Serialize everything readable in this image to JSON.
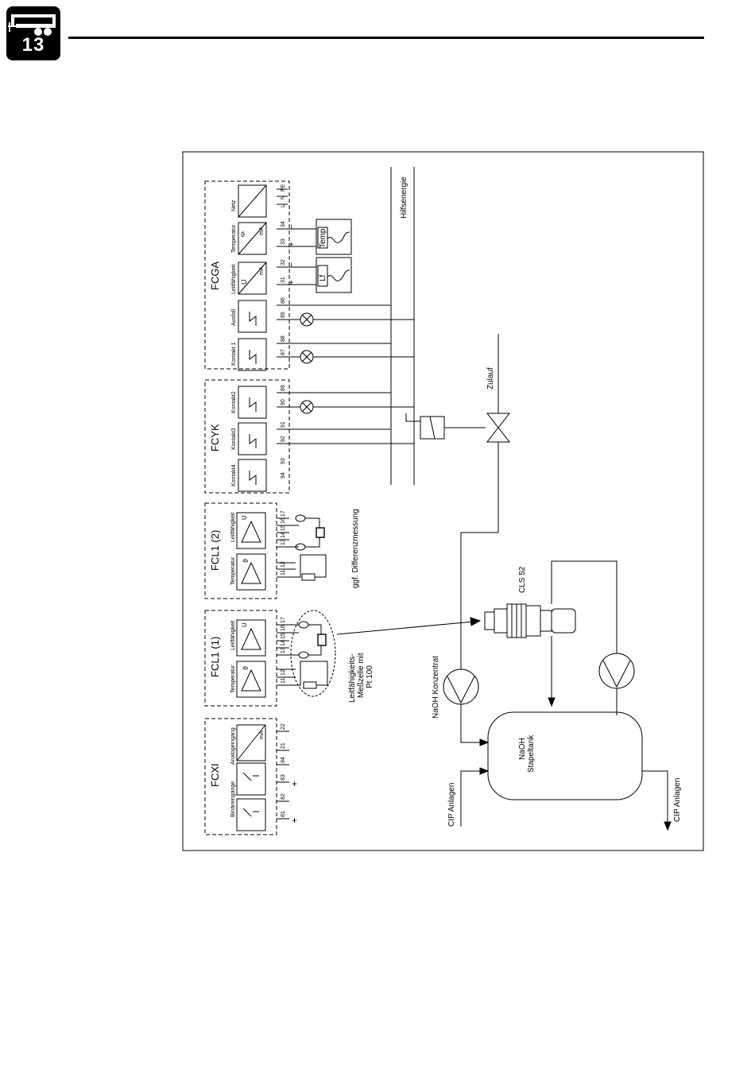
{
  "header": {
    "chapter_number": "13",
    "badge_icon": "trailer-icon"
  },
  "modules": {
    "fcga": {
      "title": "FCGA",
      "channels": [
        "Netz",
        "Temperatur",
        "Leitfähigkeit",
        "Ausfall",
        "Kontakt 1"
      ],
      "terminals": [
        "PE",
        "N",
        "L",
        "34",
        "33",
        "32",
        "31",
        "86",
        "85",
        "88",
        "87"
      ],
      "signs": [
        "+",
        "−",
        "+",
        "−"
      ],
      "units": [
        "mA",
        "mA"
      ],
      "symbols": [
        "ϑ",
        "U"
      ]
    },
    "fcyk": {
      "title": "FCYK",
      "channels": [
        "Kontakt2",
        "Kontakt3",
        "Kontakt4"
      ],
      "terminals": [
        "89",
        "90",
        "91",
        "92",
        "93",
        "94"
      ]
    },
    "fcl1_2": {
      "title": "FCL1 (2)",
      "channels": [
        "Leitfähigkeit",
        "Temperatur"
      ],
      "terminals": [
        "17",
        "16",
        "15",
        "14",
        "13",
        "12",
        "11"
      ],
      "symbols": [
        "U",
        "ϑ"
      ]
    },
    "fcl1_1": {
      "title": "FCL1 (1)",
      "channels": [
        "Leitfähigkeit",
        "Temperatur"
      ],
      "terminals": [
        "17",
        "16",
        "15",
        "14",
        "13",
        "12",
        "11"
      ],
      "symbols": [
        "U",
        "ϑ"
      ]
    },
    "fcxi": {
      "title": "FCXI",
      "channels": [
        "Analogeingang",
        "Binäreingänge"
      ],
      "terminals": [
        "22",
        "21",
        "84",
        "83",
        "82",
        "81"
      ],
      "signs": [
        "+",
        "+"
      ],
      "units": [
        "mA"
      ]
    }
  },
  "labels": {
    "hilfsenergie": "Hilfsenergie",
    "temp_sensor": "Temp.",
    "lf_sensor": "Lf",
    "zulauf": "Zulauf",
    "differenzmessung": "ggf. Differenzmessung",
    "cls52": "CLS 52",
    "measuring_cell": [
      "Leitfähigkeits-",
      "Meßzelle mit",
      "Pt 100"
    ],
    "naoh_konzentrat": "NaOH Konzentrat",
    "tank": [
      "NaOH",
      "Stapeltank"
    ],
    "cip_in": "CIP Anlagen",
    "cip_out": "CIP Anlagen"
  },
  "colors": {
    "ink": "#000000",
    "paper": "#ffffff",
    "badge": "#000000"
  }
}
